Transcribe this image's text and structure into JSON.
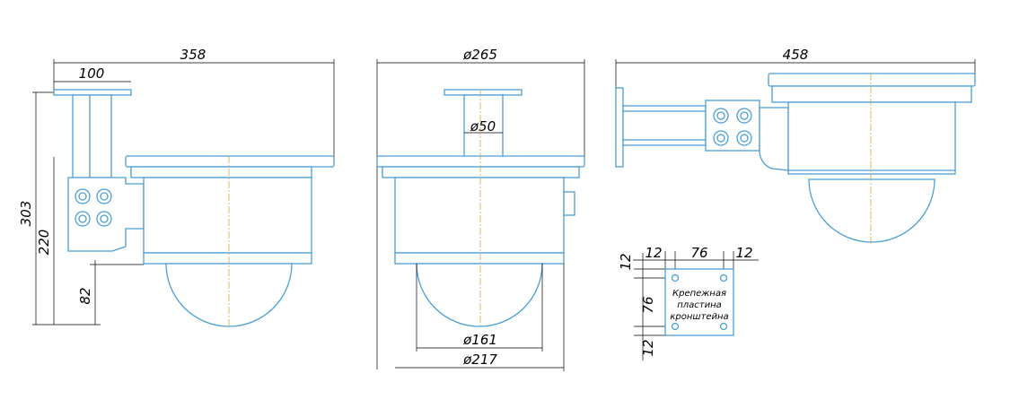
{
  "colors": {
    "outline": "#4a9fd6",
    "dimension": "#000000",
    "centerline": "#d4a93a",
    "background": "#ffffff"
  },
  "side_view": {
    "width": "358",
    "bracket_width": "100",
    "total_height": "303",
    "body_height": "220",
    "dome_height": "82"
  },
  "front_view": {
    "body_diameter": "ø265",
    "post_diameter": "ø50",
    "dome_diameter": "ø161",
    "base_diameter": "ø217"
  },
  "top_view": {
    "length": "458"
  },
  "plate": {
    "edge_left": "12",
    "spacing_h": "76",
    "edge_right": "12",
    "edge_top": "12",
    "spacing_v": "76",
    "edge_bottom": "12",
    "label_line1": "Крепежная",
    "label_line2": "пластина",
    "label_line3": "кронштейна"
  }
}
